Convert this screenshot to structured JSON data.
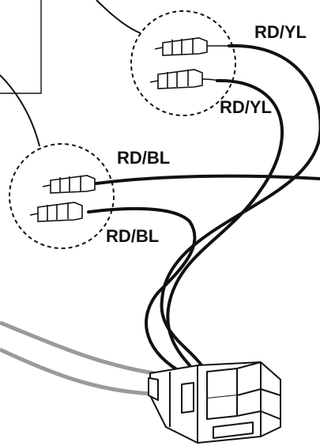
{
  "labels": {
    "wire_top_right": "RD/YL",
    "wire_mid_right": "RD/YL",
    "wire_left_upper": "RD/BL",
    "wire_left_lower": "RD/BL"
  },
  "colors": {
    "wire": "#111111",
    "gray_wire": "#9a9a9a",
    "outline": "#111111"
  }
}
